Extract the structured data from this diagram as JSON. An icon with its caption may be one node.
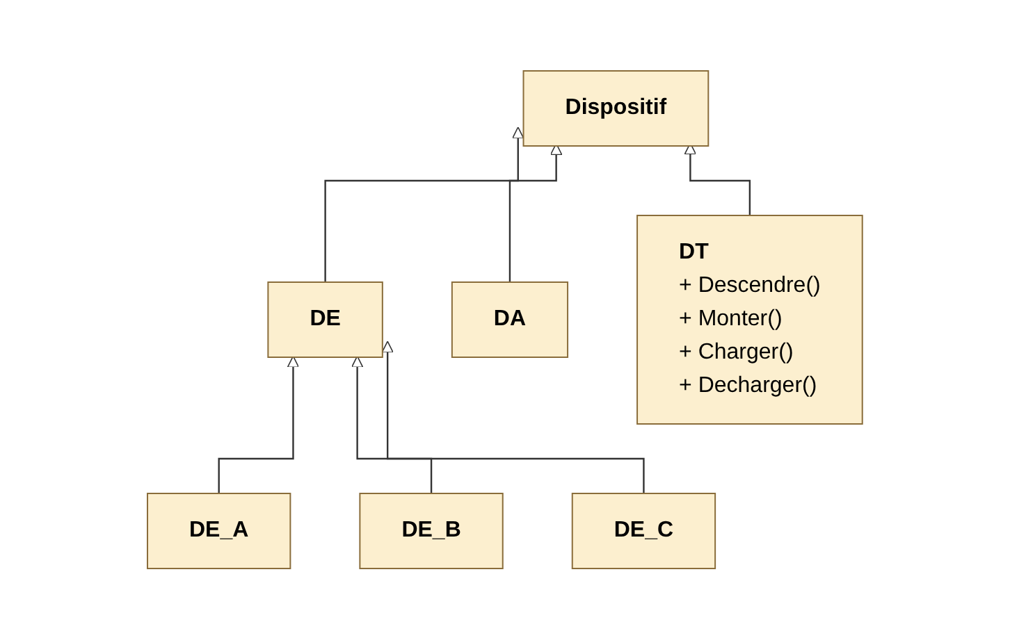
{
  "diagram": {
    "nodes": [
      {
        "text": [
          "Dispositif"
        ]
      },
      {
        "text": [
          "DE"
        ]
      },
      {
        "text": [
          "DA"
        ]
      },
      {
        "text": [
          "DT",
          "+ Descendre()",
          "+ Monter()",
          "+ Charger()",
          "+ Decharger()"
        ]
      },
      {
        "text": [
          "DE_A"
        ]
      },
      {
        "text": [
          "DE_B"
        ]
      },
      {
        "text": [
          "DE_C"
        ]
      }
    ],
    "edges": [
      {
        "from": 1,
        "to": 0,
        "arrow": "to"
      },
      {
        "from": 2,
        "to": 0,
        "arrow": "to"
      },
      {
        "from": 3,
        "to": 0,
        "arrow": "to"
      },
      {
        "from": 4,
        "to": 1,
        "arrow": "to"
      },
      {
        "from": 5,
        "to": 1,
        "arrow": "to"
      },
      {
        "from": 6,
        "to": 1,
        "arrow": "to"
      }
    ]
  }
}
